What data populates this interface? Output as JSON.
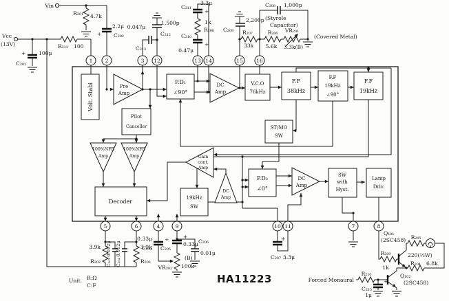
{
  "title": "HA11223",
  "unit": {
    "label": "Unit",
    "r": "R:Ω",
    "c": "C:F"
  },
  "power": {
    "vin": "Vin",
    "vcc": "Vcc",
    "vcc_note": "(13V)"
  },
  "pins": {
    "top": [
      "1",
      "2",
      "3",
      "12",
      "13",
      "14",
      "15",
      "16"
    ],
    "bottom": [
      "5",
      "6",
      "4",
      "9",
      "10",
      "11",
      "7",
      "8"
    ]
  },
  "blocks": {
    "volt_stabi": "Volt. Stabi",
    "pre_amp": [
      "Pre",
      "Amp"
    ],
    "pd1": [
      "P.D₁",
      "∠90°"
    ],
    "dc_amp1": [
      "DC",
      "Amp"
    ],
    "vco": [
      "V.C.O",
      "76kHz"
    ],
    "ff38": [
      "F.F",
      "38kHz"
    ],
    "ff19_90": [
      "F.F",
      "19kHz",
      "∠90°"
    ],
    "ff19": [
      "F.F",
      "19kHz"
    ],
    "stmo": [
      "ST/MO",
      "SW"
    ],
    "pilot": [
      "Pilot",
      "Canceller"
    ],
    "nfb1": [
      "100%NFB",
      "Amp"
    ],
    "nfb2": [
      "100%NFB",
      "Amp"
    ],
    "decoder": "Decoder",
    "gain": [
      "Gain",
      "cont.",
      "Amp"
    ],
    "sw19k": [
      "19kHz",
      "SW"
    ],
    "dc_amp_up": [
      "DC",
      "Amp"
    ],
    "pd2": [
      "P.D₂",
      "∠0°"
    ],
    "dc_amp2": [
      "DC",
      "Amp"
    ],
    "sw_hyst": [
      "SW",
      "with",
      "Hyst."
    ],
    "lamp_drv": [
      "Lamp",
      "Driv."
    ]
  },
  "parts": {
    "plus": "+",
    "r201": {
      "name": "R₂₀₁",
      "value": "4.7k"
    },
    "r211": {
      "name": "R₂₁₁",
      "value": "100"
    },
    "c201": {
      "name": "C₂₀₁",
      "value": "100μ"
    },
    "c202": {
      "name": "C₂₀₂",
      "value": "2.2μ"
    },
    "c213": {
      "name": "C₂₁₃",
      "value": "0.047μ"
    },
    "c212": {
      "name": "C₂₁₂",
      "value": "1,500p"
    },
    "c211": {
      "name": "C₂₁₁",
      "value": "3.3μ"
    },
    "r208": {
      "name": "R₂₀₈",
      "value": "1k"
    },
    "c210": {
      "name": "C₂₁₀",
      "value": "0.47μ"
    },
    "c209": {
      "name": "C₂₀₉",
      "value": "2,200p"
    },
    "r207": {
      "name": "R₂₀₇",
      "value": "33k"
    },
    "c208": {
      "name": "C₂₀₈",
      "value": "1,000p",
      "note1": "(Styrole",
      "note2": "Capacitor)"
    },
    "r206": {
      "name": "R₂₀₆",
      "value": "5.6k"
    },
    "vr201": {
      "name": "VR₂₀₁",
      "value": "3.3k(B)",
      "note": "(Covered Metal)"
    },
    "r202": {
      "name": "R₂₀₂",
      "value": "3.9k"
    },
    "c203": {
      "name": "C₂₀₃",
      "value": "0.012μ"
    },
    "c204": {
      "name": "C₂₀₄",
      "value": "0.012μ"
    },
    "r203": {
      "name": "R₂₀₃",
      "value": "3.9k"
    },
    "c214": {
      "name": "C₂₁₄",
      "value": "0.33μ"
    },
    "c205": {
      "name": "C₂₀₅",
      "value": "0.33μ"
    },
    "vr202": {
      "name": "VR₂₀₂",
      "value": "100k",
      "taper": "(B)"
    },
    "c206": {
      "name": "C₂₀₆",
      "value": "0.01μ"
    },
    "c207": {
      "name": "C₂₀₇",
      "value": "3.3μ"
    },
    "q101": {
      "name": "Q₁₀₁",
      "value": "(2SC458)"
    },
    "r205": {
      "name": "R₂₀₅",
      "value": "220(½W)"
    },
    "r204": {
      "name": "R₂₀₄",
      "value": "6.8k"
    },
    "r209": {
      "name": "R₂₀₉",
      "value": "1k"
    },
    "q102": {
      "name": "Q₁₀₂",
      "value": "(2SC458)"
    },
    "r210": {
      "name": "R₂₁₀"
    },
    "c215": {
      "name": "C₂₁₅",
      "value": "1μ"
    },
    "forced_monaural": "Forced Monaural"
  }
}
